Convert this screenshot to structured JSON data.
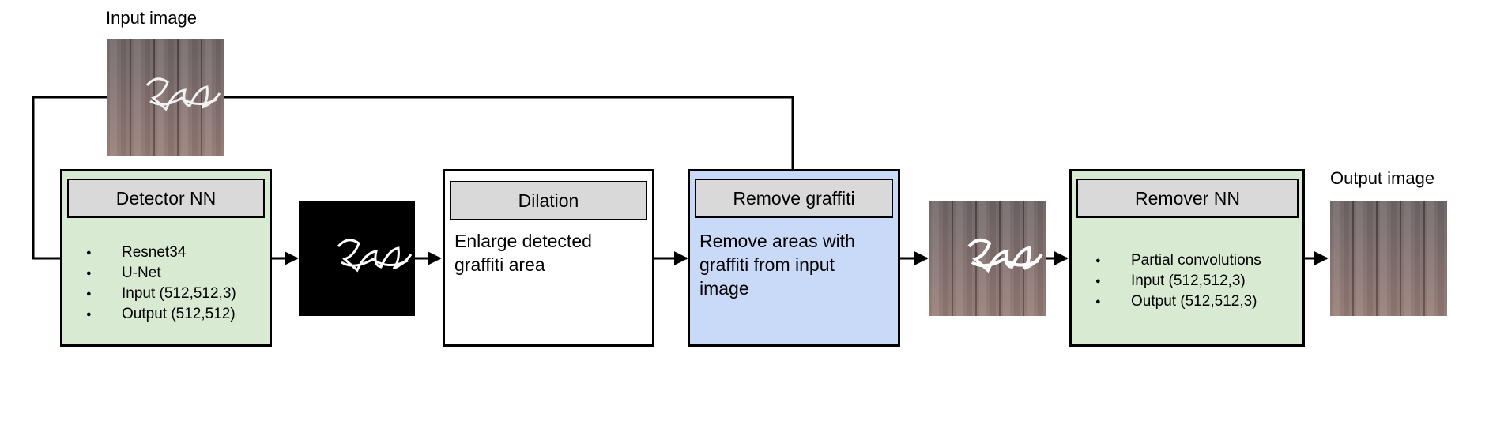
{
  "input_caption": "Input image",
  "output_caption": "Output image",
  "detector": {
    "title": "Detector NN",
    "items": [
      "Resnet34",
      "U-Net",
      "Input (512,512,3)",
      "Output (512,512)"
    ]
  },
  "dilation": {
    "title": "Dilation",
    "description": "Enlarge detected graffiti area"
  },
  "remove": {
    "title": "Remove graffiti",
    "description": "Remove areas with graffiti from input image"
  },
  "remover": {
    "title": "Remover NN",
    "items": [
      "Partial convolutions",
      "Input (512,512,3)",
      "Output (512,512,3)"
    ]
  },
  "images": {
    "input": "wooden fence with graffiti tag",
    "mask": "binary mask of detected graffiti",
    "masked": "fence with graffiti areas removed",
    "output": "inpainted fence without graffiti"
  },
  "colors": {
    "nn_box": "#d9ead3",
    "remove_box": "#c9daf8",
    "header": "#d9d9d9"
  }
}
